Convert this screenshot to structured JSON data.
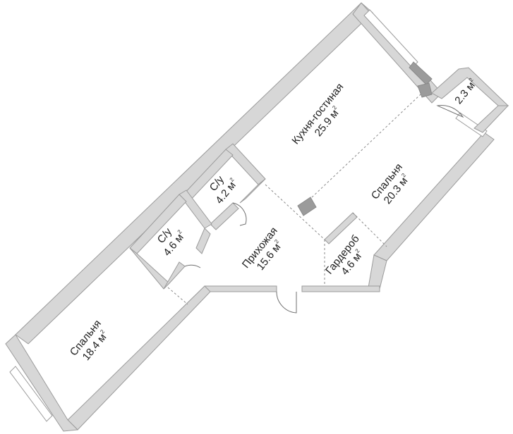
{
  "rooms": {
    "kitchen": {
      "name": "Кухня-гостиная",
      "area": "25.9 м",
      "sup": "2"
    },
    "bedroom1": {
      "name": "Спальня",
      "area": "20.3 м",
      "sup": "2"
    },
    "balcony": {
      "name": "",
      "area": "2.3 м",
      "sup": "2"
    },
    "bath1": {
      "name": "С/у",
      "area": "4.2 м",
      "sup": "2"
    },
    "bath2": {
      "name": "С/у",
      "area": "4.6 м",
      "sup": "2"
    },
    "hall": {
      "name": "Прихожая",
      "area": "15.6 м",
      "sup": "2"
    },
    "wardrobe": {
      "name": "Гардероб",
      "area": "4.6 м",
      "sup": "2"
    },
    "bedroom2": {
      "name": "Спальня",
      "area": "18.4 м",
      "sup": "2"
    }
  }
}
